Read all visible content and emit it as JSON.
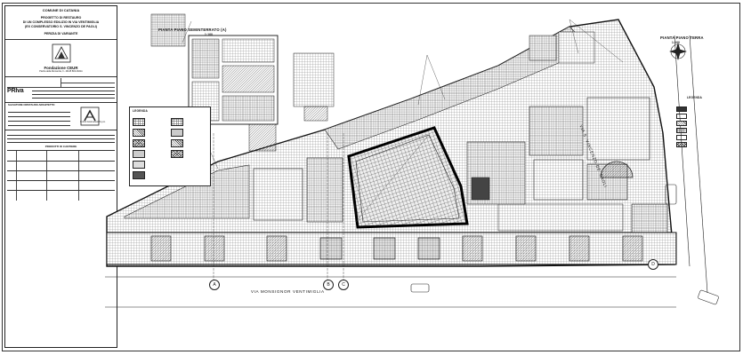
{
  "title_block": {
    "city": "COMUNE DI CATANIA",
    "project_line1": "PROGETTO DI RESTAURO",
    "project_line2": "DI UN COMPLESSO EDILIZIO IN VIA VENTIMIGLIA",
    "project_line3": "(EX CONSERVATORIO S. VINCENZO DE PAOLI)",
    "project_line4": "PERIZIA DI VARIANTE",
    "foundation": "Fondazione CEUR",
    "foundation_sub": "Piazza della Mercanzia, 3 - 40125 BOLOGNA",
    "brand": "PRIva",
    "architect_label": "SALVATORE CRISTAUDO ARCHITETTO",
    "company": "C.M.A Costruzioni S.p.A.",
    "legend_mid": "PRODOTTI DI CANTIERE"
  },
  "plans": {
    "upper_title": "PIANTA PIANO SEMINTERRATO (A)",
    "upper_scale": "1:100",
    "ground_title": "PIANTA PIANO TERRA",
    "ground_scale": "1:100"
  },
  "streets": {
    "bottom": "VIA MONSIGNOR VENTIMIGLIA",
    "right": "VIA S. VINCENZO DE' PAOLI"
  },
  "legend": {
    "left_title": "LEGENDA",
    "right_title": "LEGENDA"
  },
  "markers": {
    "a": "A",
    "b": "B",
    "c": "C",
    "d": "D"
  },
  "icons": {
    "north": "north-arrow-icon",
    "logo": "fondazione-logo-icon",
    "company_logo": "company-logo-icon"
  }
}
